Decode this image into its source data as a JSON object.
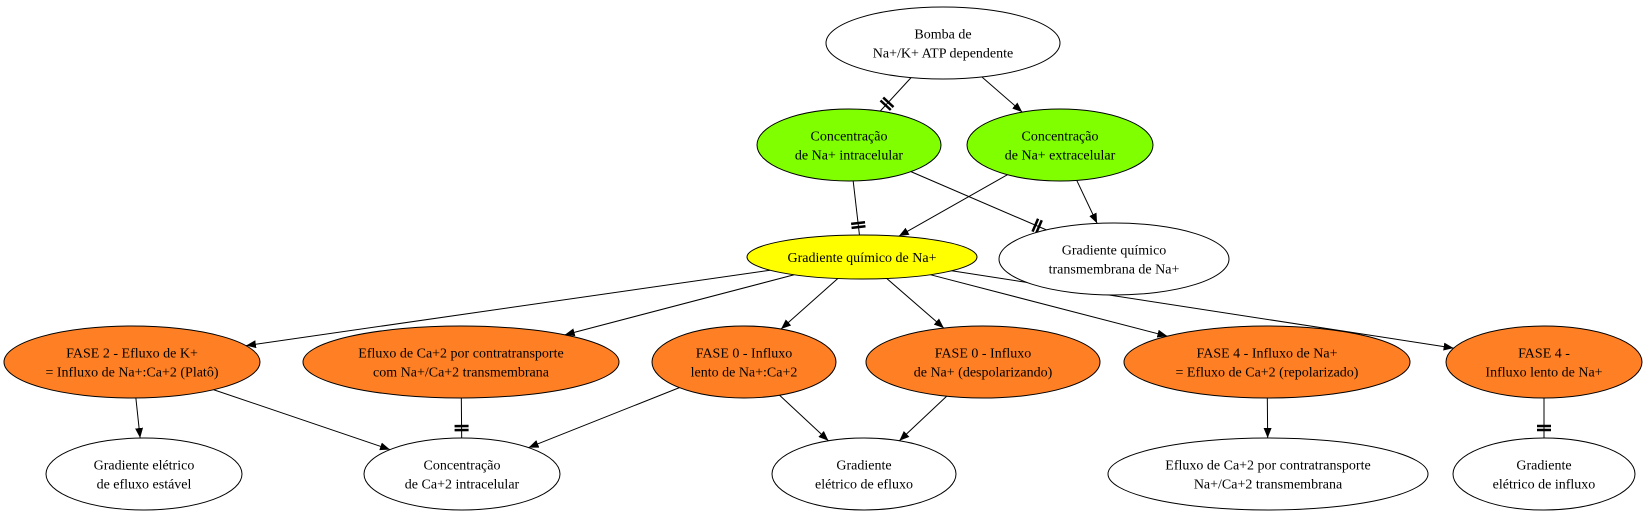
{
  "colors": {
    "green": "#7fff00",
    "yellow": "#ffff00",
    "orange": "#ff7f24",
    "white": "#ffffff",
    "stroke": "#000000"
  },
  "nodes": {
    "bomba": {
      "lines": [
        "Bomba de",
        "Na+/K+ ATP dependente"
      ],
      "fill": "white"
    },
    "conc_na_intra": {
      "lines": [
        "Concentração",
        "de Na+ intracelular"
      ],
      "fill": "green"
    },
    "conc_na_extra": {
      "lines": [
        "Concentração",
        "de Na+ extracelular"
      ],
      "fill": "green"
    },
    "gradiente_quimico": {
      "lines": [
        "Gradiente químico de Na+"
      ],
      "fill": "yellow"
    },
    "grad_quim_trans": {
      "lines": [
        "Gradiente químico",
        "transmembrana de Na+"
      ],
      "fill": "white"
    },
    "fase2": {
      "lines": [
        "FASE 2 - Efluxo de K+",
        "= Influxo de Na+:Ca+2 (Platô)"
      ],
      "fill": "orange"
    },
    "efluxo_ca_contra": {
      "lines": [
        "Efluxo de Ca+2 por contratransporte",
        "com Na+/Ca+2 transmembrana"
      ],
      "fill": "orange"
    },
    "fase0_lento": {
      "lines": [
        "FASE 0 - Influxo",
        "lento de Na+:Ca+2"
      ],
      "fill": "orange"
    },
    "fase0_despol": {
      "lines": [
        "FASE 0 - Influxo",
        "de Na+ (despolarizando)"
      ],
      "fill": "orange"
    },
    "fase4_influxo": {
      "lines": [
        "FASE 4 - Influxo de Na+",
        "= Efluxo de Ca+2 (repolarizado)"
      ],
      "fill": "orange"
    },
    "fase4_lento": {
      "lines": [
        "FASE 4 -",
        "Influxo lento de Na+"
      ],
      "fill": "orange"
    },
    "grad_eletrico_estavel": {
      "lines": [
        "Gradiente elétrico",
        "de efluxo estável"
      ],
      "fill": "white"
    },
    "conc_ca_intra": {
      "lines": [
        "Concentração",
        "de Ca+2 intracelular"
      ],
      "fill": "white"
    },
    "grad_eletrico_efluxo": {
      "lines": [
        "Gradiente",
        "elétrico de efluxo"
      ],
      "fill": "white"
    },
    "efluxo_ca_trans": {
      "lines": [
        "Efluxo de Ca+2 por contratransporte",
        "Na+/Ca+2 transmembrana"
      ],
      "fill": "white"
    },
    "grad_eletrico_influxo": {
      "lines": [
        "Gradiente",
        "elétrico de influxo"
      ],
      "fill": "white"
    }
  },
  "edges": [
    {
      "from": "bomba",
      "to": "conc_na_intra",
      "head": "tee"
    },
    {
      "from": "bomba",
      "to": "conc_na_extra",
      "head": "arrow"
    },
    {
      "from": "conc_na_intra",
      "to": "gradiente_quimico",
      "head": "tee"
    },
    {
      "from": "conc_na_intra",
      "to": "grad_quim_trans",
      "head": "tee"
    },
    {
      "from": "conc_na_extra",
      "to": "gradiente_quimico",
      "head": "arrow"
    },
    {
      "from": "conc_na_extra",
      "to": "grad_quim_trans",
      "head": "arrow"
    },
    {
      "from": "gradiente_quimico",
      "to": "fase2",
      "head": "arrow"
    },
    {
      "from": "gradiente_quimico",
      "to": "efluxo_ca_contra",
      "head": "arrow"
    },
    {
      "from": "gradiente_quimico",
      "to": "fase0_lento",
      "head": "arrow"
    },
    {
      "from": "gradiente_quimico",
      "to": "fase0_despol",
      "head": "arrow"
    },
    {
      "from": "gradiente_quimico",
      "to": "fase4_influxo",
      "head": "arrow"
    },
    {
      "from": "gradiente_quimico",
      "to": "fase4_lento",
      "head": "arrow"
    },
    {
      "from": "fase2",
      "to": "grad_eletrico_estavel",
      "head": "arrow"
    },
    {
      "from": "fase2",
      "to": "conc_ca_intra",
      "head": "arrow"
    },
    {
      "from": "efluxo_ca_contra",
      "to": "conc_ca_intra",
      "head": "tee"
    },
    {
      "from": "fase0_lento",
      "to": "conc_ca_intra",
      "head": "arrow"
    },
    {
      "from": "fase0_lento",
      "to": "grad_eletrico_efluxo",
      "head": "arrow"
    },
    {
      "from": "fase0_despol",
      "to": "grad_eletrico_efluxo",
      "head": "arrow"
    },
    {
      "from": "fase4_influxo",
      "to": "efluxo_ca_trans",
      "head": "arrow"
    },
    {
      "from": "fase4_lento",
      "to": "grad_eletrico_influxo",
      "head": "tee"
    }
  ]
}
